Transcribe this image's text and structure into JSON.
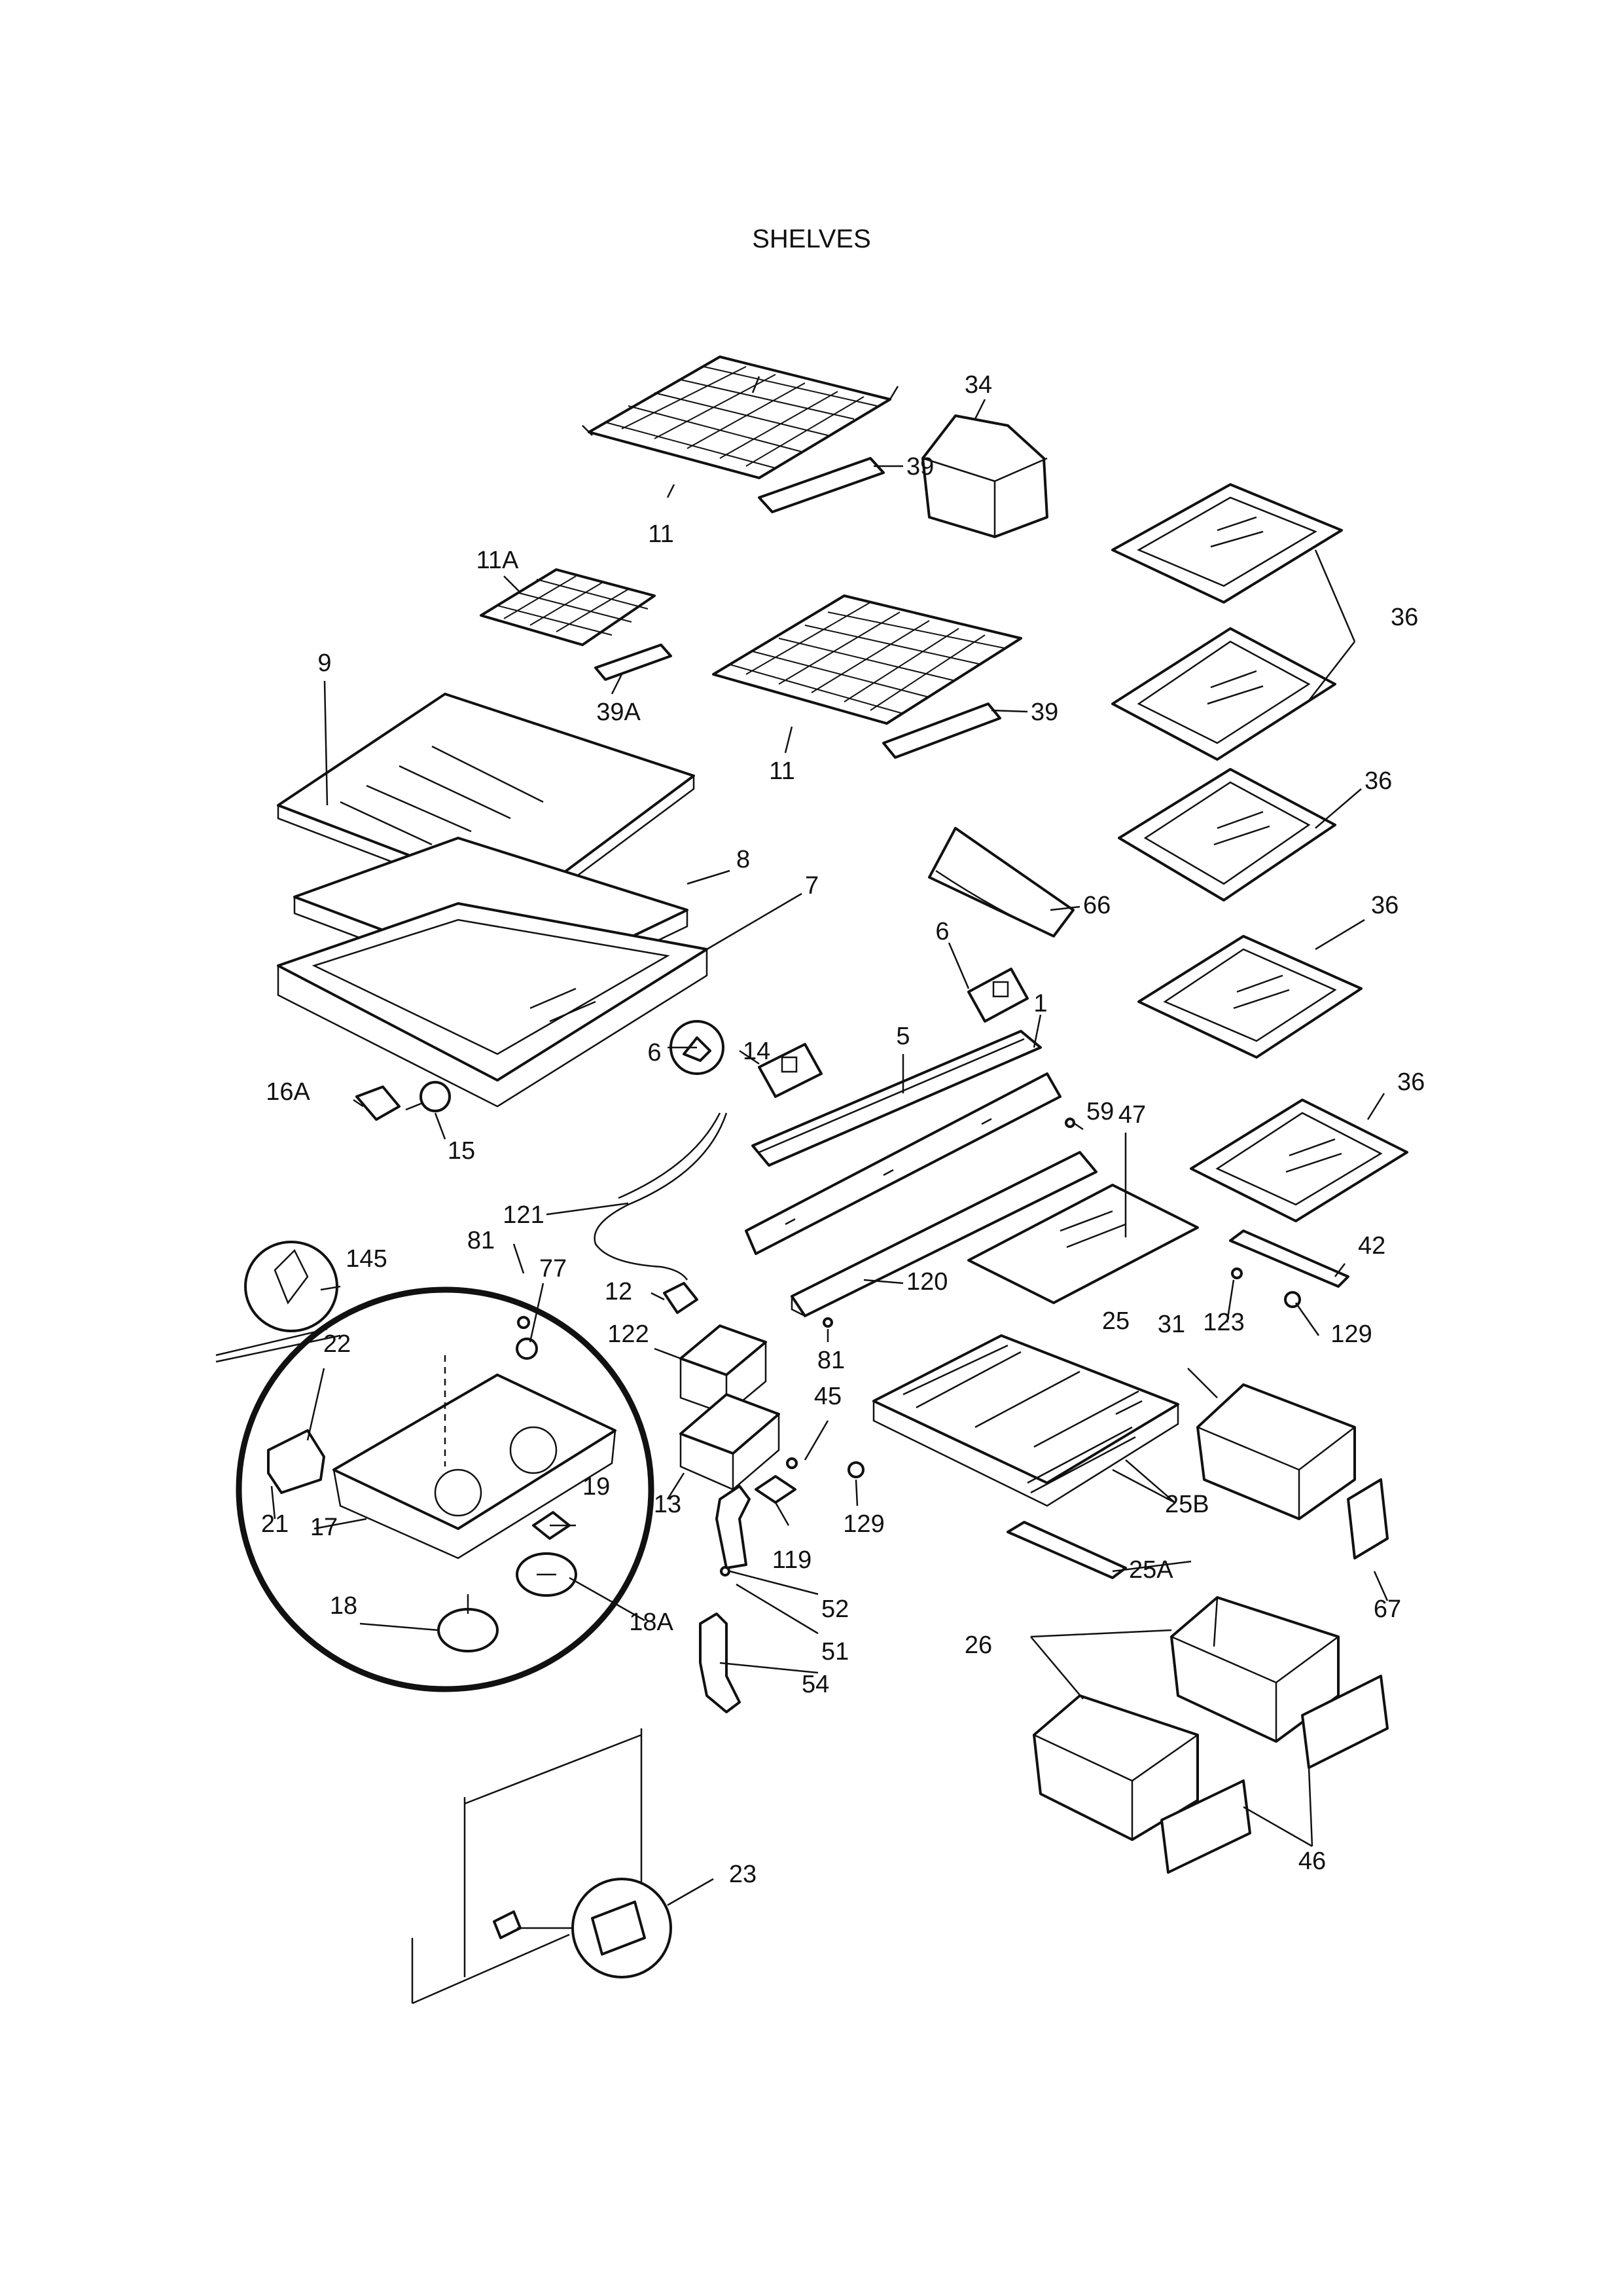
{
  "title": "SHELVES",
  "labels": {
    "l1": "1",
    "l5": "5",
    "l6a": "6",
    "l6b": "6",
    "l7": "7",
    "l8": "8",
    "l9": "9",
    "l11a": "11",
    "l11b": "11",
    "l11A": "11A",
    "l12": "12",
    "l13": "13",
    "l14": "14",
    "l15": "15",
    "l16A": "16A",
    "l17": "17",
    "l18": "18",
    "l18A": "18A",
    "l19": "19",
    "l21": "21",
    "l22": "22",
    "l23": "23",
    "l25": "25",
    "l25A": "25A",
    "l25B": "25B",
    "l26": "26",
    "l31": "31",
    "l34": "34",
    "l36a": "36",
    "l36b": "36",
    "l36c": "36",
    "l36d": "36",
    "l39a": "39",
    "l39b": "39",
    "l39A": "39A",
    "l42": "42",
    "l45": "45",
    "l46": "46",
    "l47": "47",
    "l51": "51",
    "l52": "52",
    "l54": "54",
    "l59": "59",
    "l66": "66",
    "l67": "67",
    "l77": "77",
    "l81a": "81",
    "l81b": "81",
    "l119": "119",
    "l120": "120",
    "l121": "121",
    "l122": "122",
    "l123": "123",
    "l129a": "129",
    "l129b": "129",
    "l145": "145"
  }
}
